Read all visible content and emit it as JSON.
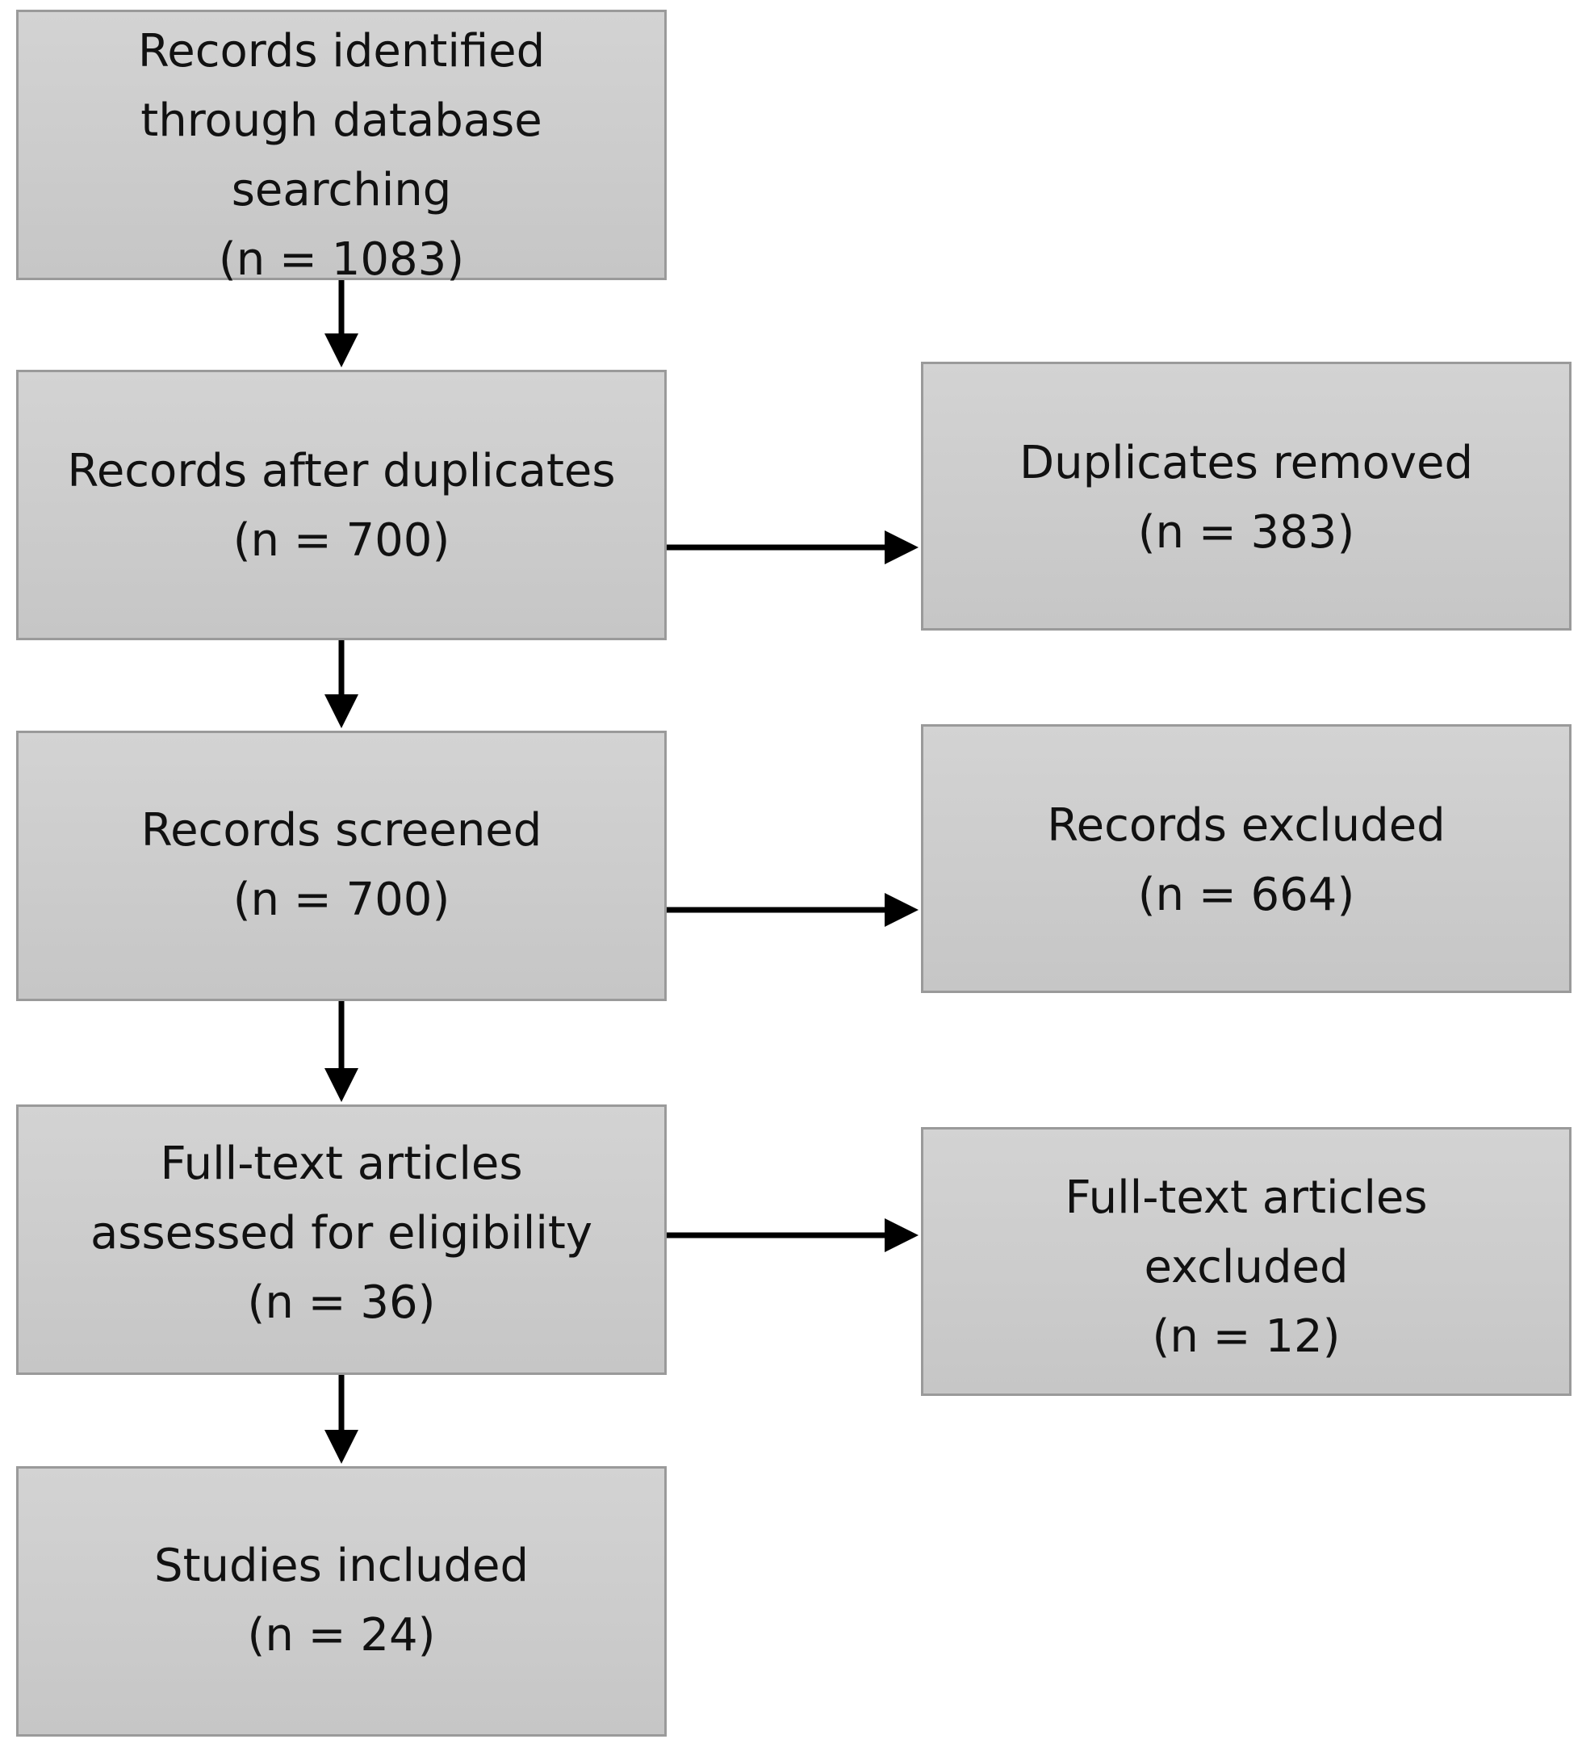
{
  "flow": {
    "records_identified": {
      "lines": [
        "Records identified",
        "through database",
        "searching",
        "(n = 1083)"
      ]
    },
    "records_after_duplicates": {
      "lines": [
        "Records after duplicates",
        "(n = 700)"
      ]
    },
    "records_screened": {
      "lines": [
        "Records screened",
        "(n = 700)"
      ]
    },
    "full_text_assessed": {
      "lines": [
        "Full-text articles",
        "assessed for eligibility",
        "(n = 36)"
      ]
    },
    "studies_included": {
      "lines": [
        "Studies included",
        "(n = 24)"
      ]
    }
  },
  "side": {
    "duplicates_removed": {
      "lines": [
        "Duplicates removed",
        "(n = 383)"
      ]
    },
    "records_excluded": {
      "lines": [
        "Records excluded",
        "(n = 664)"
      ]
    },
    "full_text_excluded": {
      "lines": [
        "Full-text articles",
        "excluded",
        "(n = 12)"
      ]
    }
  },
  "colors": {
    "box_fill": "#cccccc",
    "box_border": "#9a9a9a",
    "arrow": "#000000"
  }
}
